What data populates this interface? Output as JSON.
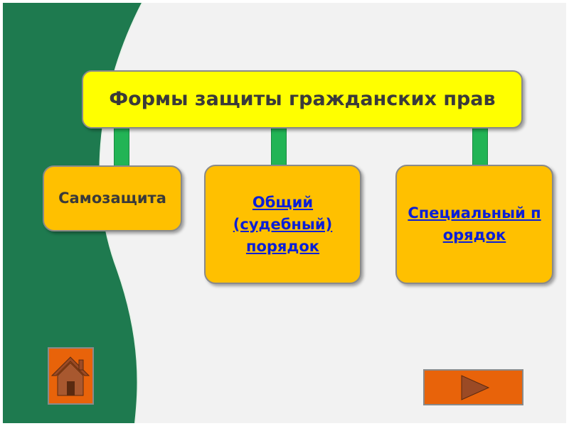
{
  "diagram": {
    "title": "Формы защиты гражданских прав",
    "nodes": [
      {
        "label": "Самозащита",
        "is_link": false
      },
      {
        "label": "Общий (судебный) порядок",
        "is_link": true
      },
      {
        "label": "Специальный порядок",
        "is_link": true
      }
    ]
  },
  "nav": {
    "home_icon": "home-icon",
    "next_icon": "play-arrow-icon"
  },
  "colors": {
    "background_green": "#1e7a4f",
    "background_light": "#f2f2f2",
    "title_fill": "#ffff00",
    "node_fill": "#ffc000",
    "connector": "#22b455",
    "nav_button": "#e8630a",
    "link_text": "#0b1fd6"
  }
}
